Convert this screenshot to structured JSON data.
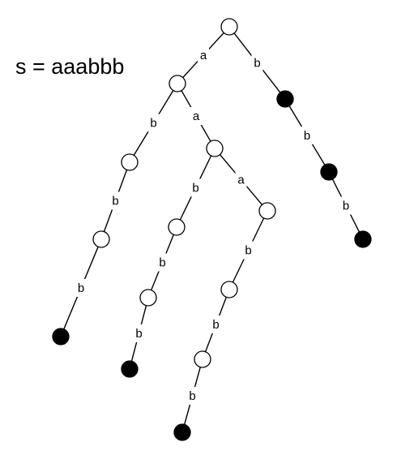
{
  "equation": "s = aaabbb",
  "colors": {
    "stroke": "#000000",
    "open_fill": "#ffffff",
    "filled_fill": "#000000"
  },
  "tree": {
    "nodes": [
      {
        "id": "root",
        "filled": false
      },
      {
        "id": "a",
        "filled": false
      },
      {
        "id": "b",
        "filled": true
      },
      {
        "id": "bb",
        "filled": true
      },
      {
        "id": "bbb",
        "filled": true
      },
      {
        "id": "ab",
        "filled": false
      },
      {
        "id": "abb",
        "filled": false
      },
      {
        "id": "abbb",
        "filled": true
      },
      {
        "id": "aa",
        "filled": false
      },
      {
        "id": "aab",
        "filled": false
      },
      {
        "id": "aabb",
        "filled": false
      },
      {
        "id": "aabbb",
        "filled": true
      },
      {
        "id": "aaa",
        "filled": false
      },
      {
        "id": "aaab",
        "filled": false
      },
      {
        "id": "aaabb",
        "filled": false
      },
      {
        "id": "aaabbb",
        "filled": true
      }
    ],
    "edges": [
      {
        "from": "root",
        "to": "a",
        "label": "a"
      },
      {
        "from": "root",
        "to": "b",
        "label": "b"
      },
      {
        "from": "b",
        "to": "bb",
        "label": "b"
      },
      {
        "from": "bb",
        "to": "bbb",
        "label": "b"
      },
      {
        "from": "a",
        "to": "ab",
        "label": "b"
      },
      {
        "from": "ab",
        "to": "abb",
        "label": "b"
      },
      {
        "from": "abb",
        "to": "abbb",
        "label": "b"
      },
      {
        "from": "a",
        "to": "aa",
        "label": "a"
      },
      {
        "from": "aa",
        "to": "aab",
        "label": "b"
      },
      {
        "from": "aab",
        "to": "aabb",
        "label": "b"
      },
      {
        "from": "aabb",
        "to": "aabbb",
        "label": "b"
      },
      {
        "from": "aa",
        "to": "aaa",
        "label": "a"
      },
      {
        "from": "aaa",
        "to": "aaab",
        "label": "b"
      },
      {
        "from": "aaab",
        "to": "aaabb",
        "label": "b"
      },
      {
        "from": "aaabb",
        "to": "aaabbb",
        "label": "b"
      }
    ]
  }
}
